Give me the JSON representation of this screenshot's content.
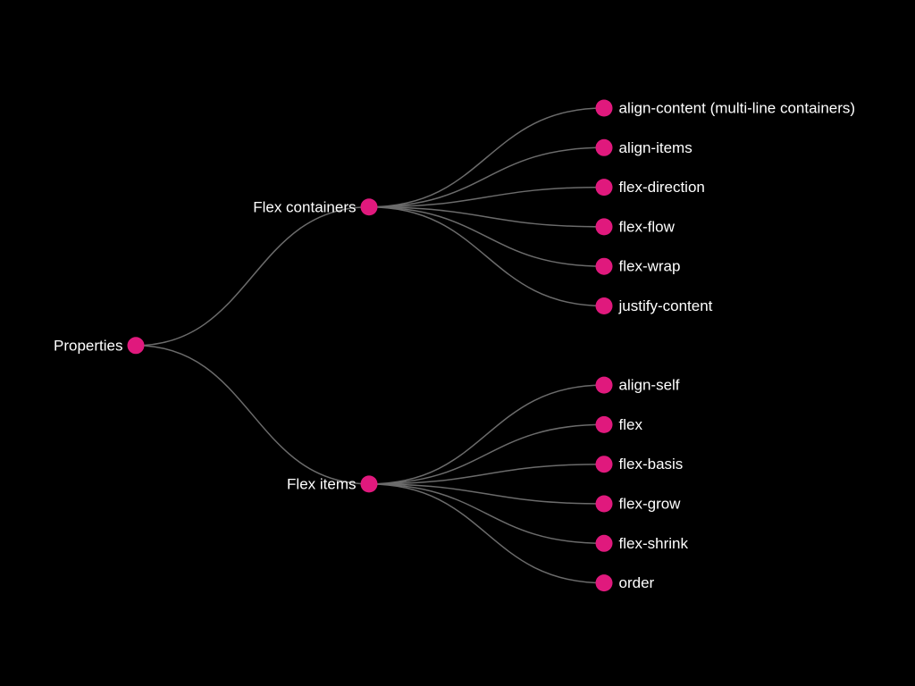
{
  "colors": {
    "background": "#000000",
    "node": "#e0197d",
    "edge": "#6b6b6b",
    "label": "#ffffff"
  },
  "tree": {
    "label": "Properties",
    "children": [
      {
        "label": "Flex containers",
        "children": [
          {
            "label": "align-content (multi-line containers)"
          },
          {
            "label": "align-items"
          },
          {
            "label": "flex-direction"
          },
          {
            "label": "flex-flow"
          },
          {
            "label": "flex-wrap"
          },
          {
            "label": "justify-content"
          }
        ]
      },
      {
        "label": "Flex items",
        "children": [
          {
            "label": "align-self"
          },
          {
            "label": "flex"
          },
          {
            "label": "flex-basis"
          },
          {
            "label": "flex-grow"
          },
          {
            "label": "flex-shrink"
          },
          {
            "label": "order"
          }
        ]
      }
    ]
  }
}
